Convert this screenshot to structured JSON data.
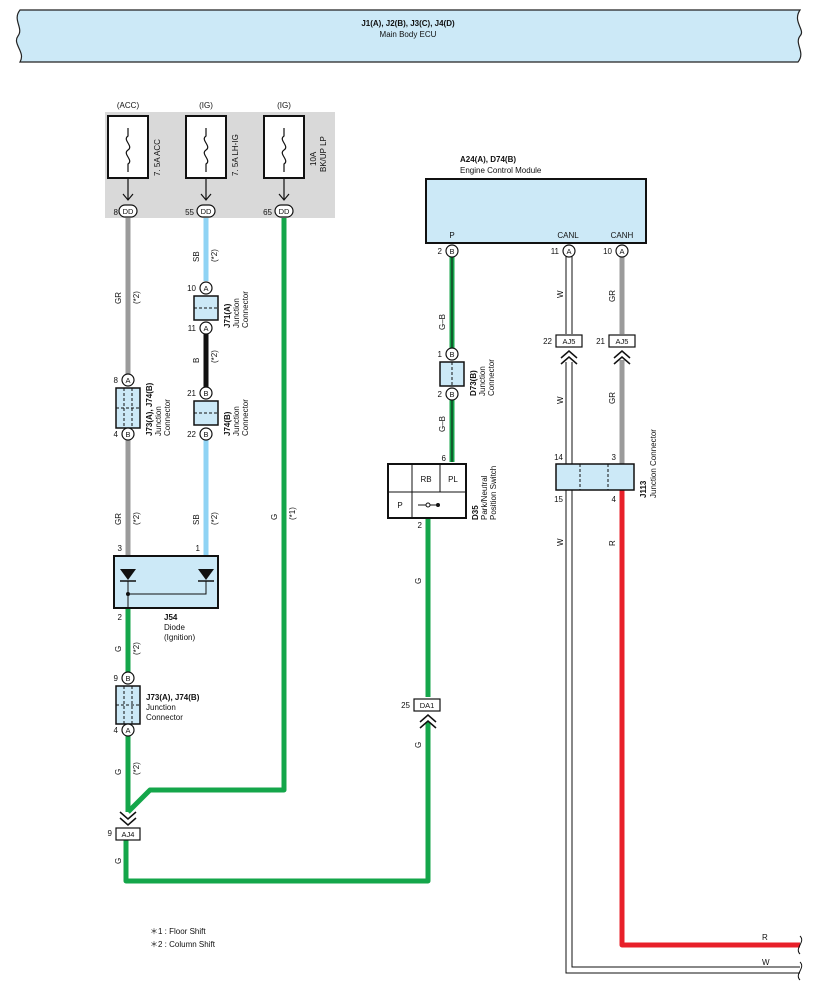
{
  "colors": {
    "GR": "#9b9b9b",
    "SB": "#8fd3f4",
    "B": "#111111",
    "G": "#14a64a",
    "R": "#e8202a",
    "W": "#ffffff",
    "box_fill": "#cce9f7",
    "fuse_bg": "#d9d9d9"
  },
  "header": {
    "codes": "J1(A), J2(B), J3(C), J4(D)",
    "name": "Main Body ECU"
  },
  "fuses": [
    {
      "supply": "(ACC)",
      "name": "7. 5A ACC",
      "pin": "8",
      "connector": "DD"
    },
    {
      "supply": "(IG)",
      "name": "7. 5A LH-IG",
      "pin": "55",
      "connector": "DD"
    },
    {
      "supply": "(IG)",
      "name_line1": "10A",
      "name_line2": "BK/UP LP",
      "pin": "65",
      "connector": "DD"
    }
  ],
  "ecm": {
    "codes": "A24(A), D74(B)",
    "name": "Engine Control Module",
    "pins": [
      {
        "label": "P",
        "num": "2",
        "conn": "B"
      },
      {
        "label": "CANL",
        "num": "11",
        "conn": "A"
      },
      {
        "label": "CANH",
        "num": "10",
        "conn": "A"
      }
    ]
  },
  "components": {
    "j73_top": {
      "code": "J73(A), J74(B)",
      "name1": "Junction",
      "name2": "Connector",
      "pin_in": "8",
      "pin_in_conn": "A",
      "pin_out": "4",
      "pin_out_conn": "B"
    },
    "j71": {
      "code": "J71(A)",
      "name1": "Junction",
      "name2": "Connector",
      "pin_in": "10",
      "pin_in_conn": "A",
      "pin_out": "11",
      "pin_out_conn": "A"
    },
    "j74": {
      "code": "J74(B)",
      "name1": "Junction",
      "name2": "Connector",
      "pin_in": "21",
      "pin_in_conn": "B",
      "pin_out": "22",
      "pin_out_conn": "B"
    },
    "j54": {
      "code": "J54",
      "name1": "Diode",
      "name2": "(Ignition)",
      "pin_a": "3",
      "pin_b": "1",
      "pin_out": "2"
    },
    "j73_bot": {
      "code": "J73(A), J74(B)",
      "name1": "Junction",
      "name2": "Connector",
      "pin_in": "9",
      "pin_in_conn": "B",
      "pin_out": "4",
      "pin_out_conn": "A"
    },
    "aj4": {
      "pin": "9",
      "code": "AJ4"
    },
    "d73": {
      "code": "D73(B)",
      "name1": "Junction",
      "name2": "Connector",
      "pin_in": "1",
      "pin_in_conn": "B",
      "pin_out": "2",
      "pin_out_conn": "B"
    },
    "d35": {
      "code": "D35",
      "name1": "Park/Neutral",
      "name2": "Position Switch",
      "t_rb": "RB",
      "t_pl": "PL",
      "t_p": "P",
      "pin_in": "6",
      "pin_out": "2"
    },
    "da1": {
      "pin": "25",
      "code": "DA1"
    },
    "aj5_l": {
      "pin": "22",
      "code": "AJ5"
    },
    "aj5_r": {
      "pin": "21",
      "code": "AJ5"
    },
    "j113": {
      "code": "J113",
      "name": "Junction Connector",
      "p14": "14",
      "p3": "3",
      "p15": "15",
      "p4": "4"
    }
  },
  "wires": {
    "gr": "GR",
    "sb": "SB",
    "b": "B",
    "g": "G",
    "gb": "G–B",
    "w": "W",
    "r": "R",
    "note1": "(*1)",
    "note2": "(*2)"
  },
  "legend": {
    "l1": "＊1 : Floor Shift",
    "l2": "＊2 : Column Shift"
  },
  "out_labels": {
    "r": "R",
    "w": "W"
  }
}
